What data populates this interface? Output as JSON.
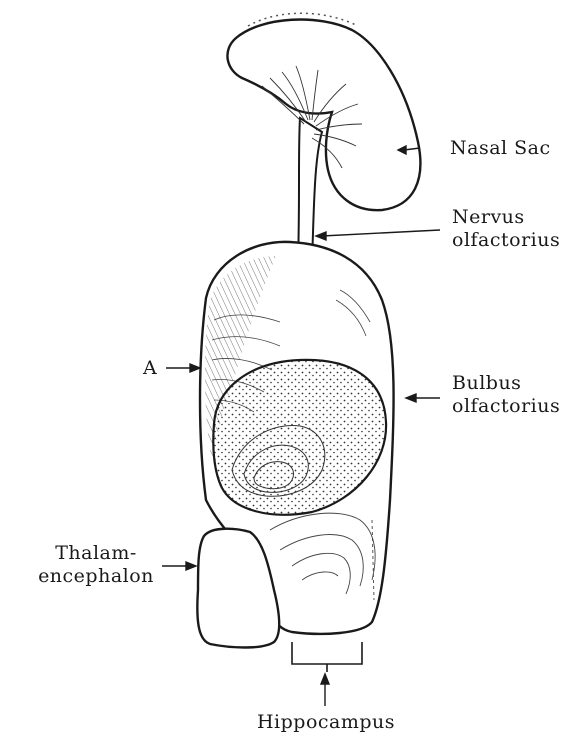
{
  "figure": {
    "labels": {
      "nasal_sac": "Nasal Sac",
      "nervus_line1": "Nervus",
      "nervus_line2": "olfactorius",
      "bulbus_line1": "Bulbus",
      "bulbus_line2": "olfactorius",
      "a_marker": "A",
      "thalam_line1": "Thalam-",
      "thalam_line2": "encephalon",
      "hippocampus": "Hippocampus"
    }
  }
}
